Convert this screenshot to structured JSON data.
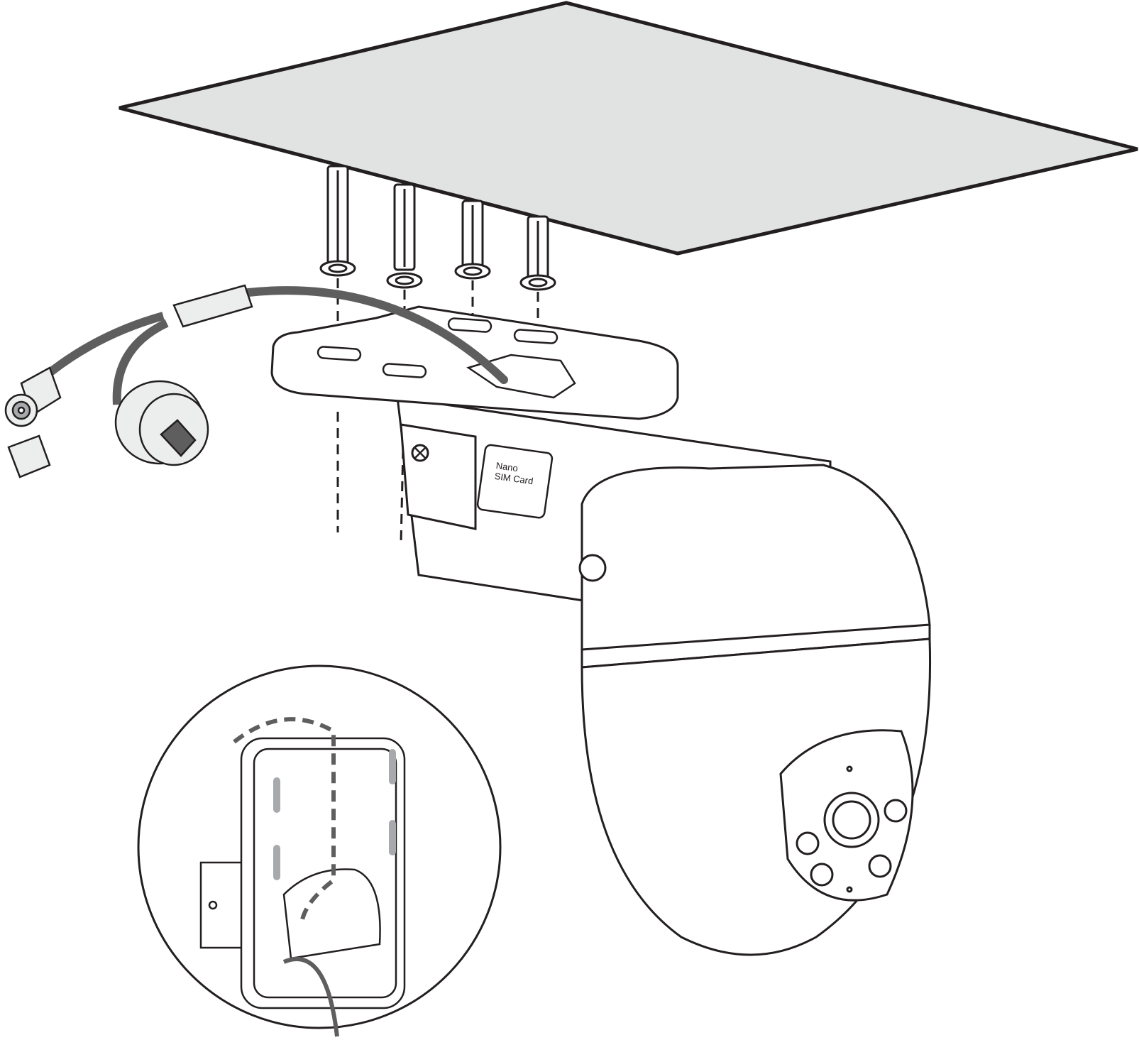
{
  "diagram": {
    "type": "installation-illustration",
    "subject": "ceiling mount of PTZ security camera",
    "components": [
      {
        "id": "ceiling-surface",
        "label": ""
      },
      {
        "id": "wall-anchors",
        "count": 4
      },
      {
        "id": "mounting-screws",
        "count": 2
      },
      {
        "id": "mounting-bracket-base",
        "label": ""
      },
      {
        "id": "power-ethernet-pigtail-cable",
        "label": ""
      },
      {
        "id": "dc-power-jack",
        "label": ""
      },
      {
        "id": "rj45-waterproof-connector",
        "label": ""
      },
      {
        "id": "camera-body",
        "label": ""
      },
      {
        "id": "cable-routing-detail-inset",
        "label": ""
      }
    ],
    "sim_label": {
      "line1": "Nano",
      "line2": "SIM Card"
    }
  },
  "colors": {
    "stroke": "#231f20",
    "ceiling_fill": "#e1e3e2",
    "cable": "#5f5e5f",
    "connector_fill": "#eceeed",
    "highlight_gray": "#a7a9ac",
    "background": "#ffffff"
  }
}
